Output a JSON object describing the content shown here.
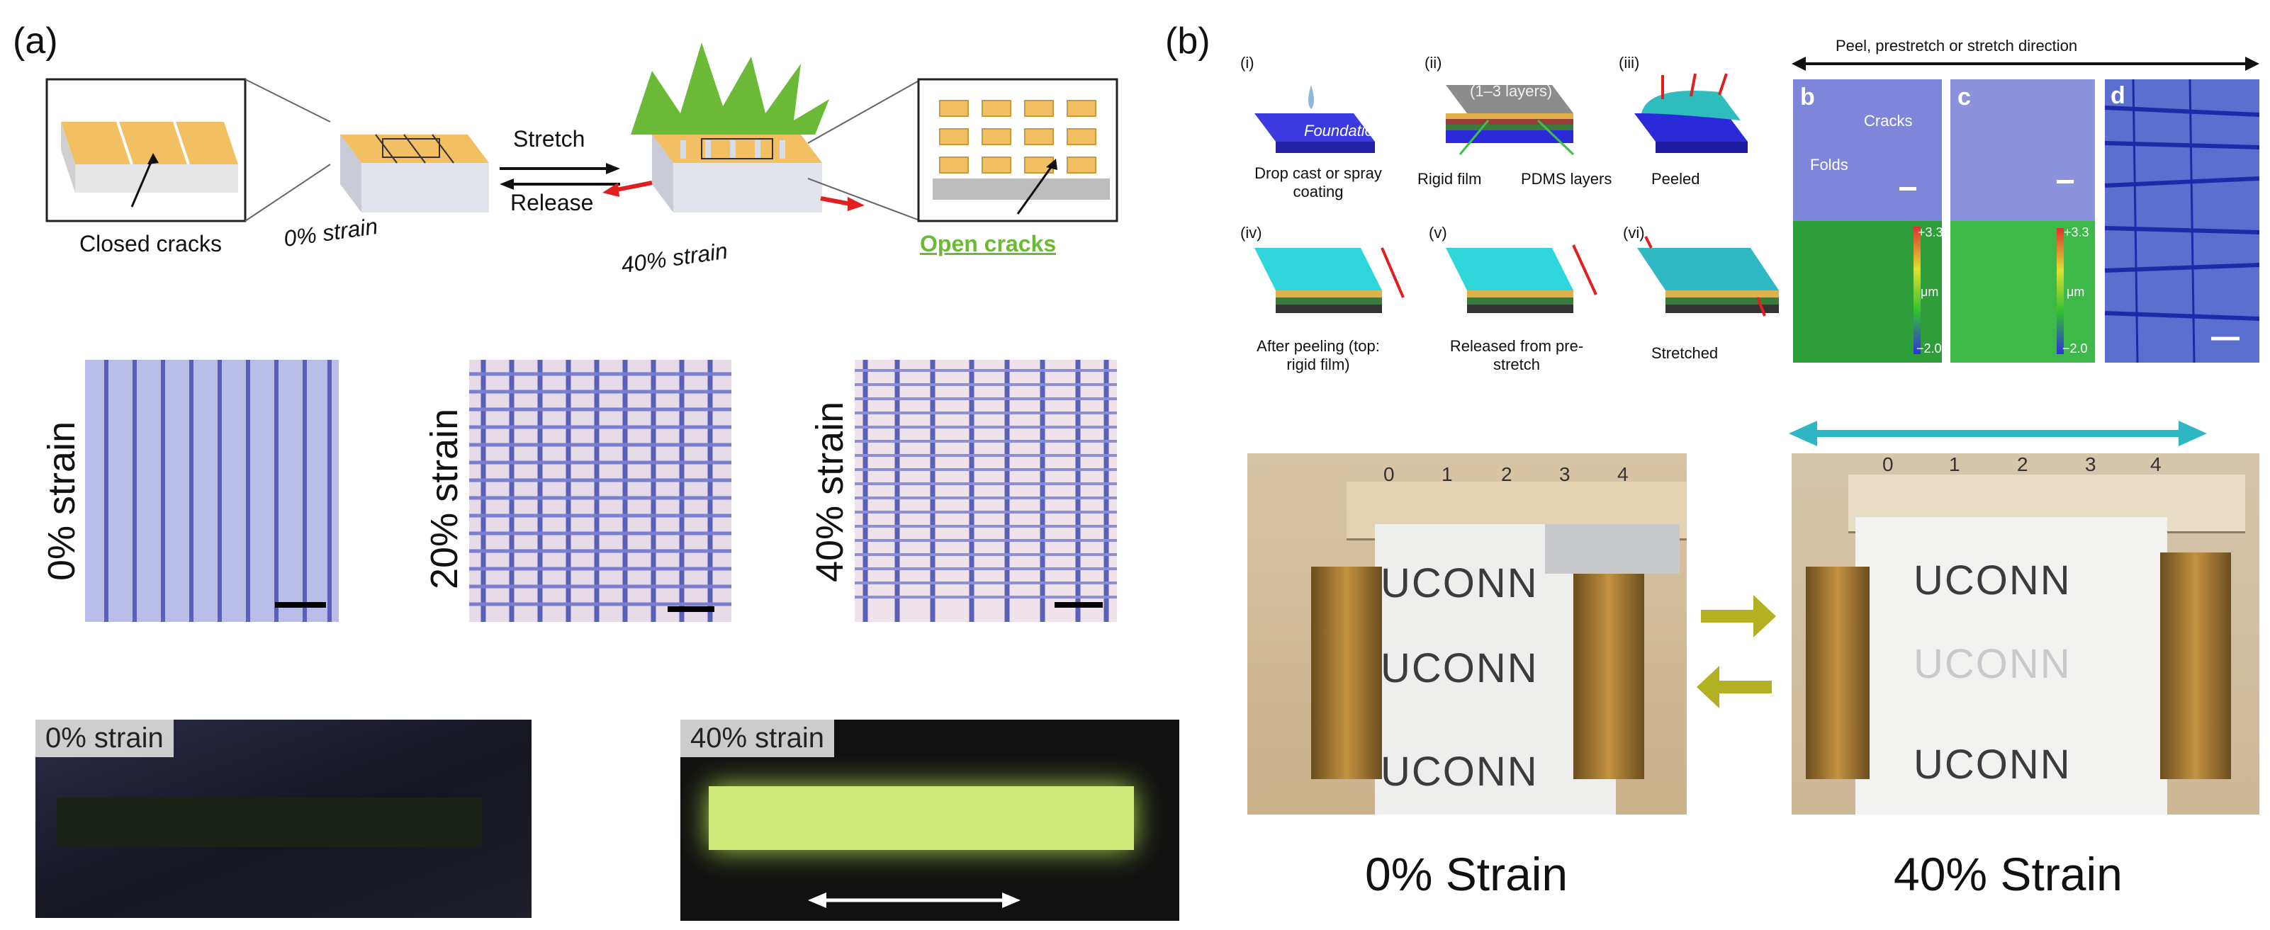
{
  "panel_a": {
    "label": "(a)",
    "schematic": {
      "stretch": "Stretch",
      "release": "Release",
      "closed_cracks": "Closed cracks",
      "open_cracks": "Open cracks",
      "strain_left": "0% strain",
      "strain_right": "40% strain"
    },
    "micrographs": [
      {
        "label": "0% strain"
      },
      {
        "label": "20% strain"
      },
      {
        "label": "40% strain"
      }
    ],
    "photos": [
      {
        "label": "0% strain"
      },
      {
        "label": "40% strain"
      }
    ]
  },
  "panel_b": {
    "label": "(b)",
    "steps": [
      {
        "num": "(i)",
        "caption": "Drop cast or spray coating",
        "sub": "Foundation"
      },
      {
        "num": "(ii)",
        "caption": "(1–3 layers)",
        "rigid": "Rigid film",
        "pdms": "PDMS layers"
      },
      {
        "num": "(iii)",
        "caption": "Peeled"
      },
      {
        "num": "(iv)",
        "caption": "After peeling (top: rigid film)"
      },
      {
        "num": "(v)",
        "caption": "Released from pre-stretch"
      },
      {
        "num": "(vi)",
        "caption": "Stretched"
      }
    ],
    "direction": "Peel, prestretch or stretch direction",
    "images": {
      "b": "b",
      "c": "c",
      "d": "d",
      "cracks": "Cracks",
      "folds": "Folds",
      "scale_top": "+3.3",
      "scale_unit": "μm",
      "scale_bottom": "−2.0"
    },
    "photo": {
      "brand": "UCONN",
      "ruler": [
        "0",
        "1",
        "2",
        "3",
        "4"
      ],
      "ruler_small": [
        "0",
        "1",
        "2",
        "3"
      ],
      "caption_left": "0% Strain",
      "caption_right": "40% Strain"
    }
  },
  "colors": {
    "gold": "#f2c063",
    "green_burst": "#6aba37",
    "arrow_red": "#e02020",
    "teal_arrow": "#2fb6c4",
    "olive_arrow": "#b3b024",
    "micrograph_blue": "#5a5fb8"
  }
}
